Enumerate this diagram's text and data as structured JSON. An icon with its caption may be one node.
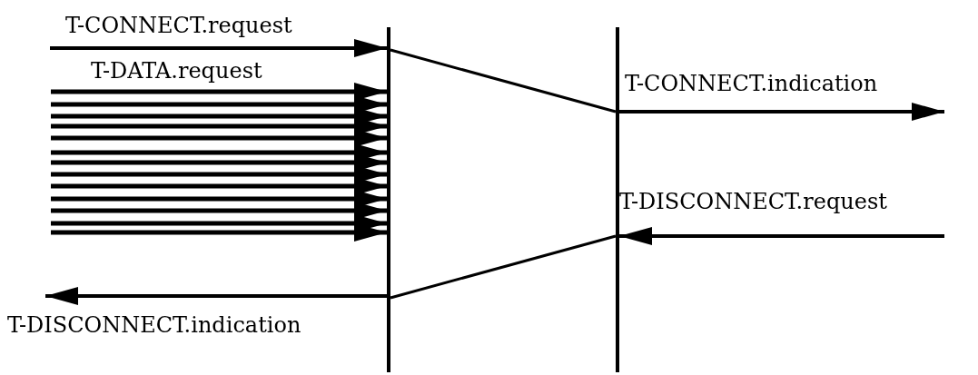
{
  "diagram": {
    "nodes": [
      {
        "text": [],
        "shape": "bar"
      },
      {
        "text": [],
        "shape": "bar"
      }
    ],
    "edges": [
      {
        "from": null,
        "to": 0,
        "arrow": "to",
        "label": "T-CONNECT.request"
      },
      {
        "from": null,
        "to": 0,
        "arrow": "to",
        "label": "T-DATA.request"
      },
      {
        "from": null,
        "to": 0,
        "arrow": "to"
      },
      {
        "from": null,
        "to": 0,
        "arrow": "to"
      },
      {
        "from": null,
        "to": 0,
        "arrow": "to"
      },
      {
        "from": null,
        "to": 0,
        "arrow": "to"
      },
      {
        "from": null,
        "to": 0,
        "arrow": "to"
      },
      {
        "from": null,
        "to": 0,
        "arrow": "to"
      },
      {
        "from": null,
        "to": 0,
        "arrow": "to"
      },
      {
        "from": null,
        "to": 0,
        "arrow": "to"
      },
      {
        "from": null,
        "to": 0,
        "arrow": "to"
      },
      {
        "from": null,
        "to": 0,
        "arrow": "to"
      },
      {
        "from": null,
        "to": 0,
        "arrow": "to"
      },
      {
        "from": null,
        "to": 0,
        "arrow": "to"
      },
      {
        "from": 0,
        "to": 1,
        "arrow": "none"
      },
      {
        "from": 1,
        "to": null,
        "arrow": "to",
        "label": "T-CONNECT.indication"
      },
      {
        "from": null,
        "to": 1,
        "arrow": "to",
        "label": "T-DISCONNECT.request"
      },
      {
        "from": 1,
        "to": 0,
        "arrow": "none"
      },
      {
        "from": 0,
        "to": null,
        "arrow": "to",
        "label": "T-DISCONNECT.indication"
      }
    ]
  }
}
